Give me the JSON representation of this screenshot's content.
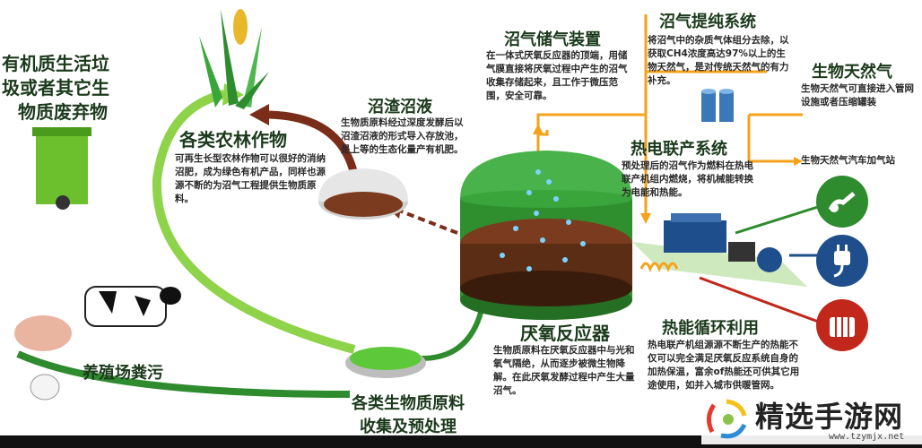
{
  "colors": {
    "green_dark": "#2e8b2e",
    "green_light": "#7ec83a",
    "brown_arrow": "#7a2e1a",
    "orange_arrow": "#f5a21b",
    "digester_green": "#3aa53a",
    "sludge_brown": "#7b3b1e",
    "icon_green": "#2e8b2e",
    "icon_blue": "#1e4f8c",
    "icon_red": "#c1271a"
  },
  "labels": {
    "organic_waste": "有机质生活垃圾或者其它生物质废弃物",
    "organic_waste_l1": "有机质生活垃",
    "organic_waste_l2": "圾或者其它生",
    "organic_waste_l3": "物质废弃物",
    "crops_title": "各类农林作物",
    "crops_desc": "可再生长型农林作物可以很好的消纳沼肥，成为绿色有机产品，同样也源源不断的为沼气工程提供生物质原料。",
    "residue_title": "沼渣沼液",
    "residue_desc": "生物质原料经过深度发酵后以沼渣沼液的形式导入存放池，是上等的生态化量产有机肥。",
    "manure_title": "养殖场粪污",
    "collect_title_l1": "各类生物质原料",
    "collect_title_l2": "收集及预处理",
    "storage_title": "沼气储气装置",
    "storage_desc": "在一体式厌氧反应器的顶端，用储气膜直接将厌氧过程中产生的沼气收集存储起来，且工作于微压范围，安全可靠。",
    "purify_title": "沼气提纯系统",
    "purify_desc": "将沼气中的杂质气体组分去除，以获取CH4浓度高达97%以上的生物天然气，是对传统天然气的有力补充。",
    "biogas_title": "生物天然气",
    "biogas_desc": "生物天然气可直接进入管网设施或者压缩罐装",
    "station_label": "生物天然气汽车加气站",
    "chp_title": "热电联产系统",
    "chp_desc": "预处理后的沼气作为燃料在热电联产机组内燃烧，将机械能转换为电能和热能。",
    "reactor_title": "厌氧反应器",
    "reactor_desc": "生物质原料在厌氧反应器中与光和氧气隔绝，从而逐步被微生物降解。在此厌氧发酵过程中产生大量沼气。",
    "heat_title": "热能循环利用",
    "heat_desc": "热电联产机组源源不断生产的热能不仅可以完全满足厌氧反应系统自身的加热保温，富余of热能还可供其它用途使用，如并入城市供暖管网。"
  },
  "icons": [
    "fuel-pump-icon",
    "power-plug-icon",
    "radiator-icon"
  ],
  "watermark": {
    "text": "精选手游网",
    "url": "www.tzymjx.net"
  }
}
